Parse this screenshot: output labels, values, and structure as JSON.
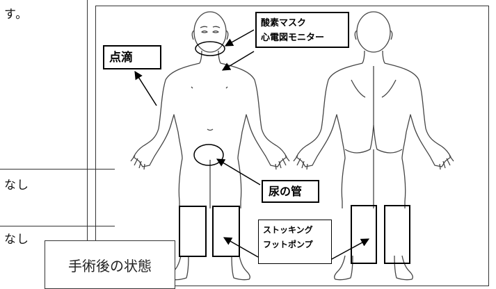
{
  "left_column": {
    "row1_text": "す。",
    "row2_text": "なし",
    "row3_text": "なし"
  },
  "diagram": {
    "labels": {
      "oxygen_mask": "酸素マスク",
      "ecg_monitor": "心電図モニター",
      "iv_drip": "点滴",
      "urinary_catheter": "尿の管",
      "stockings": "ストッキング",
      "foot_pump": "フットポンプ"
    },
    "caption": "手術後の状態"
  }
}
